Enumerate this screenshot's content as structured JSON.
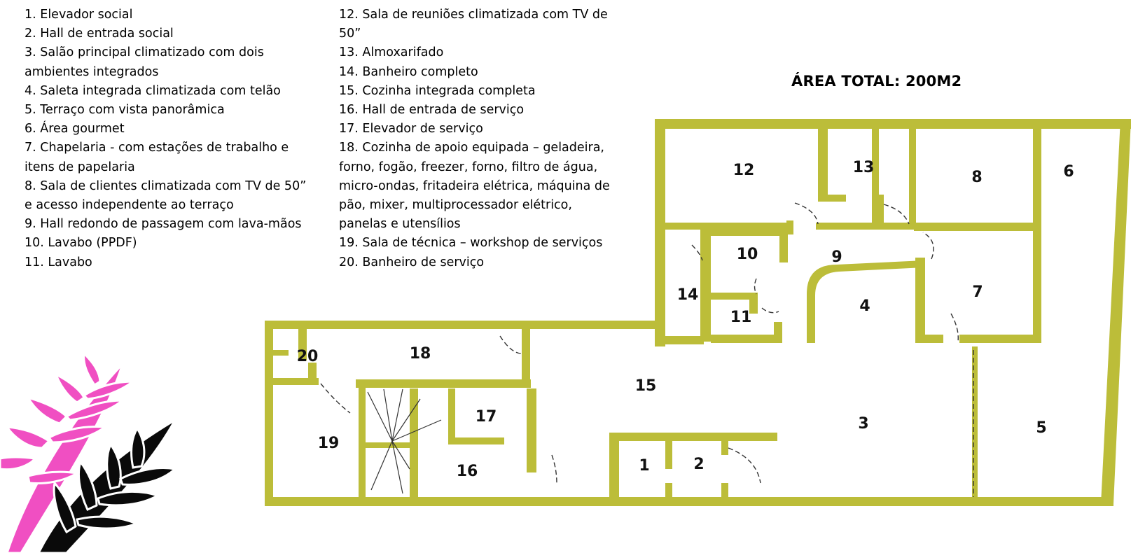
{
  "legend_left": [
    "1. Elevador social",
    "2. Hall de entrada social",
    "3. Salão principal climatizado com dois ambientes integrados",
    "4. Saleta integrada climatizada com telão",
    "5. Terraço com vista panorâmica",
    "6. Área gourmet",
    "7. Chapelaria - com estações de trabalho e itens de papelaria",
    "8. Sala de clientes climatizada com TV de 50” e acesso independente ao terraço",
    "9. Hall redondo de passagem com lava-mãos",
    "10. Lavabo (PPDF)",
    "11. Lavabo"
  ],
  "legend_right": [
    "12. Sala de reuniões climatizada com TV de 50”",
    "13. Almoxarifado",
    "14. Banheiro completo",
    "15. Cozinha integrada completa",
    "16. Hall de entrada de serviço",
    "17. Elevador de serviço",
    "18. Cozinha de apoio equipada – geladeira, forno, fogão, freezer, forno, filtro de água, micro-ondas, fritadeira elétrica, máquina de pão, mixer, multiprocessador elétrico, panelas e utensílios",
    "19. Sala de técnica – workshop de serviços",
    "20. Banheiro de serviço"
  ],
  "total_area": "ÁREA TOTAL: 200M2",
  "rooms": [
    "1",
    "2",
    "3",
    "4",
    "5",
    "6",
    "7",
    "8",
    "9",
    "10",
    "11",
    "12",
    "13",
    "14",
    "15",
    "16",
    "17",
    "18",
    "19",
    "20"
  ],
  "colors": {
    "wall": "#bcbd39",
    "leaf_pink": "#f04fc2",
    "leaf_black": "#0a0a0a"
  },
  "icons": {
    "decoration": "palm-leaves-icon"
  }
}
